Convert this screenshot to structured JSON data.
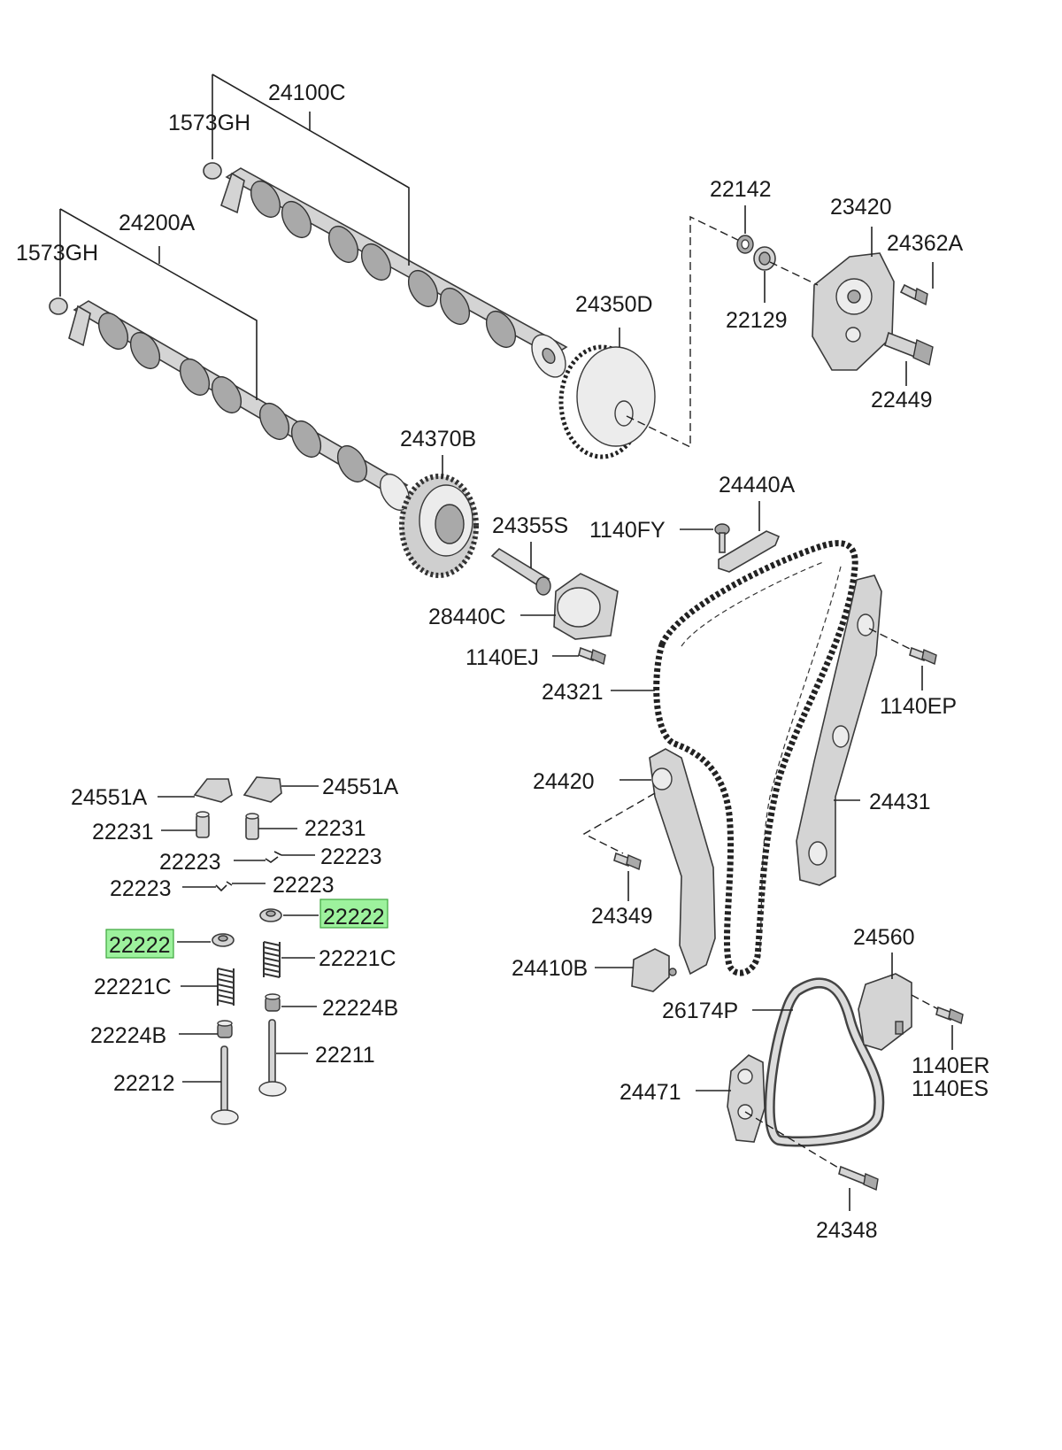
{
  "labels": {
    "l_24100C": "24100C",
    "l_1573GH_a": "1573GH",
    "l_24200A": "24200A",
    "l_1573GH_b": "1573GH",
    "l_22142": "22142",
    "l_23420": "23420",
    "l_24362A": "24362A",
    "l_22129": "22129",
    "l_24350D": "24350D",
    "l_22449": "22449",
    "l_24370B": "24370B",
    "l_24440A": "24440A",
    "l_24355S": "24355S",
    "l_1140FY": "1140FY",
    "l_28440C": "28440C",
    "l_1140EJ": "1140EJ",
    "l_24321": "24321",
    "l_1140EP": "1140EP",
    "l_24420": "24420",
    "l_24431": "24431",
    "l_24551A_a": "24551A",
    "l_24551A_b": "24551A",
    "l_22231_a": "22231",
    "l_22231_b": "22231",
    "l_22223_a": "22223",
    "l_22223_b": "22223",
    "l_22223_c": "22223",
    "l_22223_d": "22223",
    "l_22222_a": "22222",
    "l_22222_b": "22222",
    "l_24349": "24349",
    "l_22221C_a": "22221C",
    "l_22221C_b": "22221C",
    "l_24410B": "24410B",
    "l_24560": "24560",
    "l_22224B_a": "22224B",
    "l_22224B_b": "22224B",
    "l_26174P": "26174P",
    "l_22211": "22211",
    "l_22212": "22212",
    "l_1140ER": "1140ER",
    "l_1140ES": "1140ES",
    "l_24471": "24471",
    "l_24348": "24348"
  },
  "highlighted_parts": [
    "22222"
  ],
  "colors": {
    "highlight_fill": "#9df29d",
    "highlight_border": "#3da63d",
    "line": "#222222",
    "part_fill": "#d4d4d4"
  }
}
